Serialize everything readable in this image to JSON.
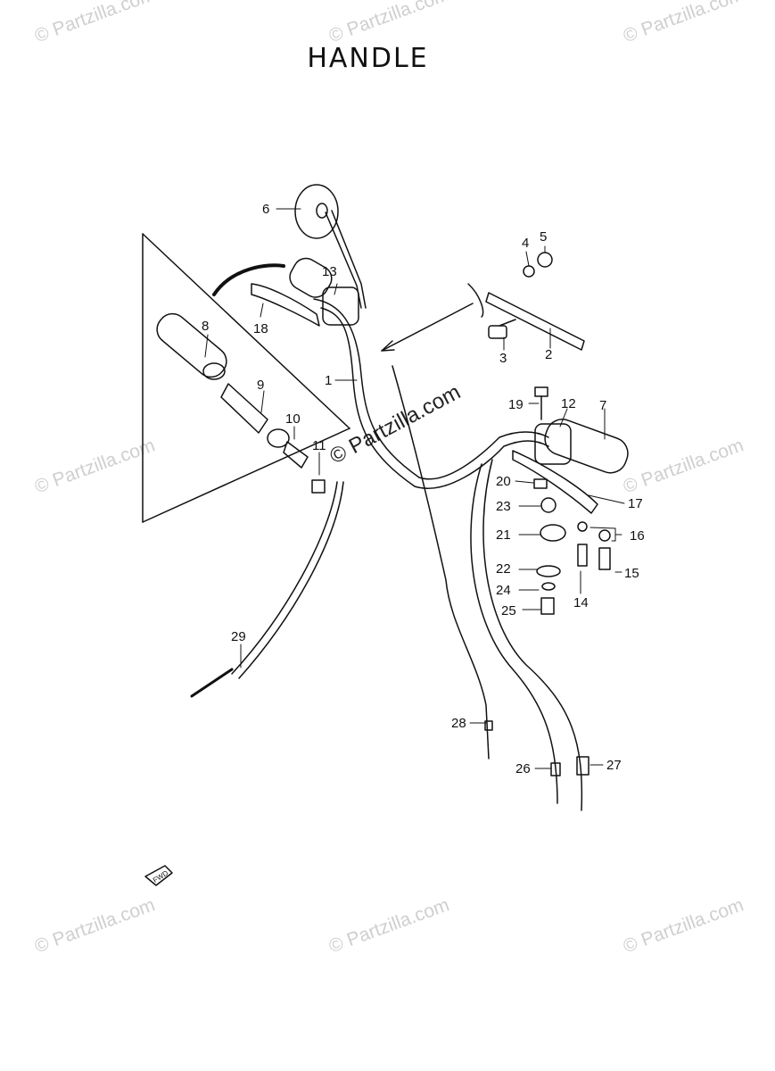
{
  "title": "HANDLE",
  "watermark": "© Partzilla.com",
  "fwd_label": "FWD",
  "parts": [
    {
      "label": "1"
    },
    {
      "label": "2"
    },
    {
      "label": "3"
    },
    {
      "label": "4"
    },
    {
      "label": "5"
    },
    {
      "label": "6"
    },
    {
      "label": "7"
    },
    {
      "label": "8"
    },
    {
      "label": "9"
    },
    {
      "label": "10"
    },
    {
      "label": "11"
    },
    {
      "label": "12"
    },
    {
      "label": "13"
    },
    {
      "label": "14"
    },
    {
      "label": "15"
    },
    {
      "label": "16"
    },
    {
      "label": "17"
    },
    {
      "label": "18"
    },
    {
      "label": "19"
    },
    {
      "label": "20"
    },
    {
      "label": "21"
    },
    {
      "label": "22"
    },
    {
      "label": "23"
    },
    {
      "label": "24"
    },
    {
      "label": "25"
    },
    {
      "label": "26"
    },
    {
      "label": "27"
    },
    {
      "label": "28"
    },
    {
      "label": "29"
    }
  ]
}
